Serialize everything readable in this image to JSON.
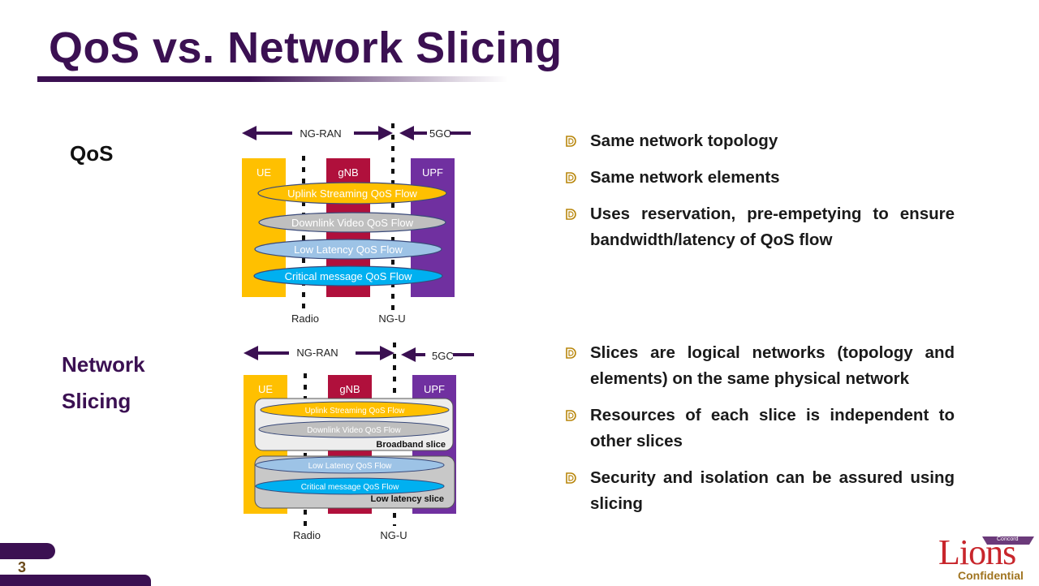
{
  "title": "QoS vs. Network Slicing",
  "qos_label": "QoS",
  "network_slicing_label_line1": "Network",
  "network_slicing_label_line2": "Slicing",
  "diagram_top": {
    "ng_ran": "NG-RAN",
    "fivegc": "5GC",
    "ue": "UE",
    "gnb": "gNB",
    "upf": "UPF",
    "flows": [
      "Uplink Streaming QoS Flow",
      "Downlink Video QoS Flow",
      "Low Latency QoS Flow",
      "Critical message QoS Flow"
    ],
    "radio": "Radio",
    "ngu": "NG-U"
  },
  "diagram_bottom": {
    "ng_ran": "NG-RAN",
    "fivegc": "5GC",
    "ue": "UE",
    "gnb": "gNB",
    "upf": "UPF",
    "flows": [
      "Uplink Streaming QoS Flow",
      "Downlink Video QoS Flow",
      "Low Latency QoS Flow",
      "Critical message QoS Flow"
    ],
    "broadband_slice": "Broadband slice",
    "low_latency_slice": "Low latency slice",
    "radio": "Radio",
    "ngu": "NG-U"
  },
  "bullets_qos": [
    "Same network topology",
    "Same network elements",
    "Uses reservation, pre-empetying to ensure bandwidth/latency of QoS flow"
  ],
  "bullets_slicing": [
    "Slices are logical networks (topology and elements) on the same physical network",
    "Resources of each slice is independent to other slices",
    "Security and isolation can be assured using slicing"
  ],
  "page_number": "3",
  "logo": {
    "word": "Lions",
    "top_text": "Concord",
    "sub_text": "Confidential"
  },
  "colors": {
    "title": "#3b1052",
    "ue": "#ffc000",
    "gnb": "#b0103c",
    "upf": "#7030a0",
    "flow_uplink": "#ffc000",
    "flow_downlink": "#bfbfbf",
    "flow_lowlatency": "#9dc3e6",
    "flow_critical": "#00b0f0"
  },
  "icons": [
    "bullet-d-icon",
    "arrow-left-icon",
    "arrow-right-icon"
  ]
}
